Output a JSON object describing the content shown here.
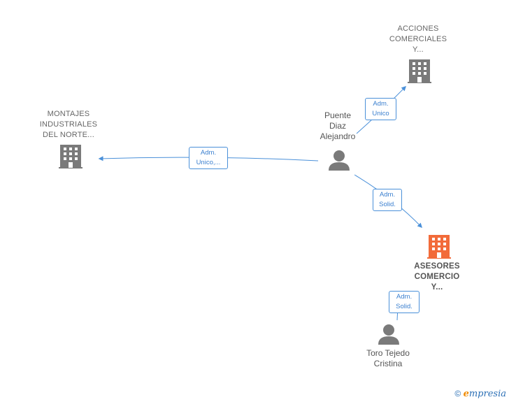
{
  "nodes": {
    "acciones": {
      "lines": [
        "ACCIONES",
        "COMERCIALES",
        "Y..."
      ],
      "type": "company",
      "color": "#7a7a7a"
    },
    "montajes": {
      "lines": [
        "MONTAJES",
        "INDUSTRIALES",
        "DEL NORTE..."
      ],
      "type": "company",
      "color": "#7a7a7a"
    },
    "asesores": {
      "lines": [
        "ASESORES",
        "COMERCIO",
        "Y..."
      ],
      "type": "company",
      "color": "#f26b3a"
    },
    "puente": {
      "lines": [
        "Puente",
        "Diaz",
        "Alejandro"
      ],
      "type": "person",
      "color": "#7a7a7a"
    },
    "toro": {
      "lines": [
        "Toro Tejedo",
        "Cristina"
      ],
      "type": "person",
      "color": "#7a7a7a"
    }
  },
  "edges": {
    "to_acciones": {
      "lines": [
        "Adm.",
        "Unico"
      ]
    },
    "to_montajes": {
      "lines": [
        "Adm.",
        "Unico,..."
      ]
    },
    "to_asesores_puente": {
      "lines": [
        "Adm.",
        "Solid."
      ]
    },
    "to_asesores_toro": {
      "lines": [
        "Adm.",
        "Solid."
      ]
    }
  },
  "colors": {
    "edge": "#4a90d9",
    "company": "#7a7a7a",
    "highlight": "#f26b3a",
    "person": "#7a7a7a"
  },
  "footer": {
    "copyright": "©",
    "brand_first": "e",
    "brand_rest": "mpresia"
  }
}
